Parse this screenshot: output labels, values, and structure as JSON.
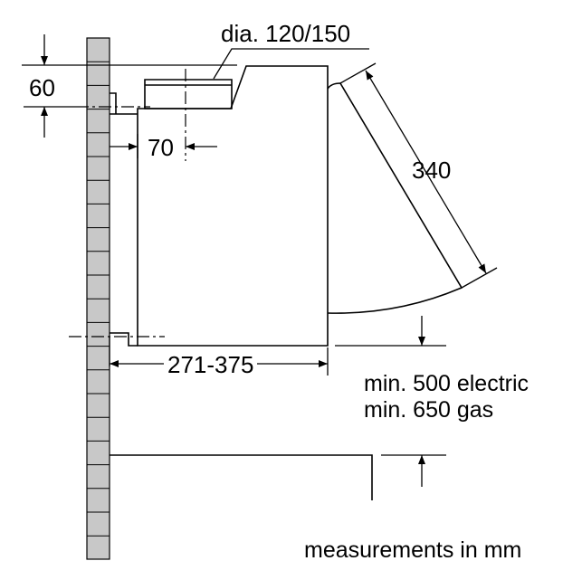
{
  "labels": {
    "duct_diameter": "dia. 120/150",
    "dim_top": "60",
    "dim_duct_offset": "70",
    "dim_depth": "340",
    "dim_width": "271-375",
    "min_electric": "min. 500 electric",
    "min_gas": "min. 650 gas",
    "units_note": "measurements in mm"
  },
  "colors": {
    "line": "#000000",
    "wall_fill": "#c8c8c8",
    "background": "#ffffff"
  }
}
